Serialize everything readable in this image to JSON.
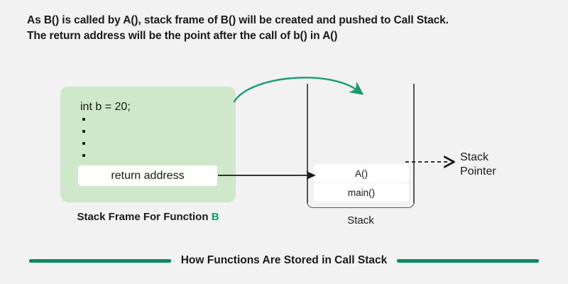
{
  "background_color": "#f2f2f2",
  "accent_green": "#0e9c63",
  "frame_fill": "#cfe8c9",
  "title": {
    "line1": "As B() is called by A(), stack frame of B() will be created and pushed to Call Stack.",
    "line2": "The return address will be the point after the call of b() in A()"
  },
  "stack_frame": {
    "code_line": "int b = 20;",
    "ellipsis_dots": 4,
    "return_box_label": "return address",
    "caption_line1": "Stack Frame For",
    "caption_line2_prefix": "Function ",
    "caption_line2_highlight": "B"
  },
  "stack": {
    "caption": "Stack",
    "items": [
      {
        "label": "A()"
      },
      {
        "label": "main()"
      }
    ]
  },
  "stack_pointer": {
    "line1": "Stack",
    "line2": "Pointer"
  },
  "arrows": {
    "curved_push_arrow": "green-curved-arrow",
    "return_address_arrow": "black-solid-arrow",
    "stack_pointer_arrow": "black-dashed-arrow"
  },
  "footer": {
    "text": "How Functions Are Stored in Call Stack"
  }
}
